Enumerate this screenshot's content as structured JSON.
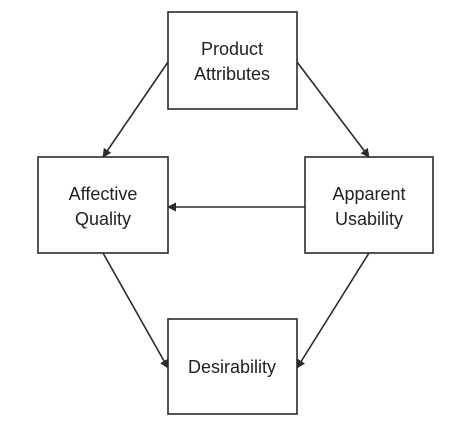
{
  "diagram": {
    "nodes": [
      {
        "id": "product-attributes",
        "lines": [
          "Product",
          "Attributes"
        ]
      },
      {
        "id": "affective-quality",
        "lines": [
          "Affective",
          "Quality"
        ]
      },
      {
        "id": "apparent-usability",
        "lines": [
          "Apparent",
          "Usability"
        ]
      },
      {
        "id": "desirability",
        "lines": [
          "Desirability"
        ]
      }
    ],
    "edges": [
      {
        "from": "product-attributes",
        "to": "affective-quality"
      },
      {
        "from": "product-attributes",
        "to": "apparent-usability"
      },
      {
        "from": "apparent-usability",
        "to": "affective-quality"
      },
      {
        "from": "affective-quality",
        "to": "desirability"
      },
      {
        "from": "apparent-usability",
        "to": "desirability"
      }
    ]
  }
}
